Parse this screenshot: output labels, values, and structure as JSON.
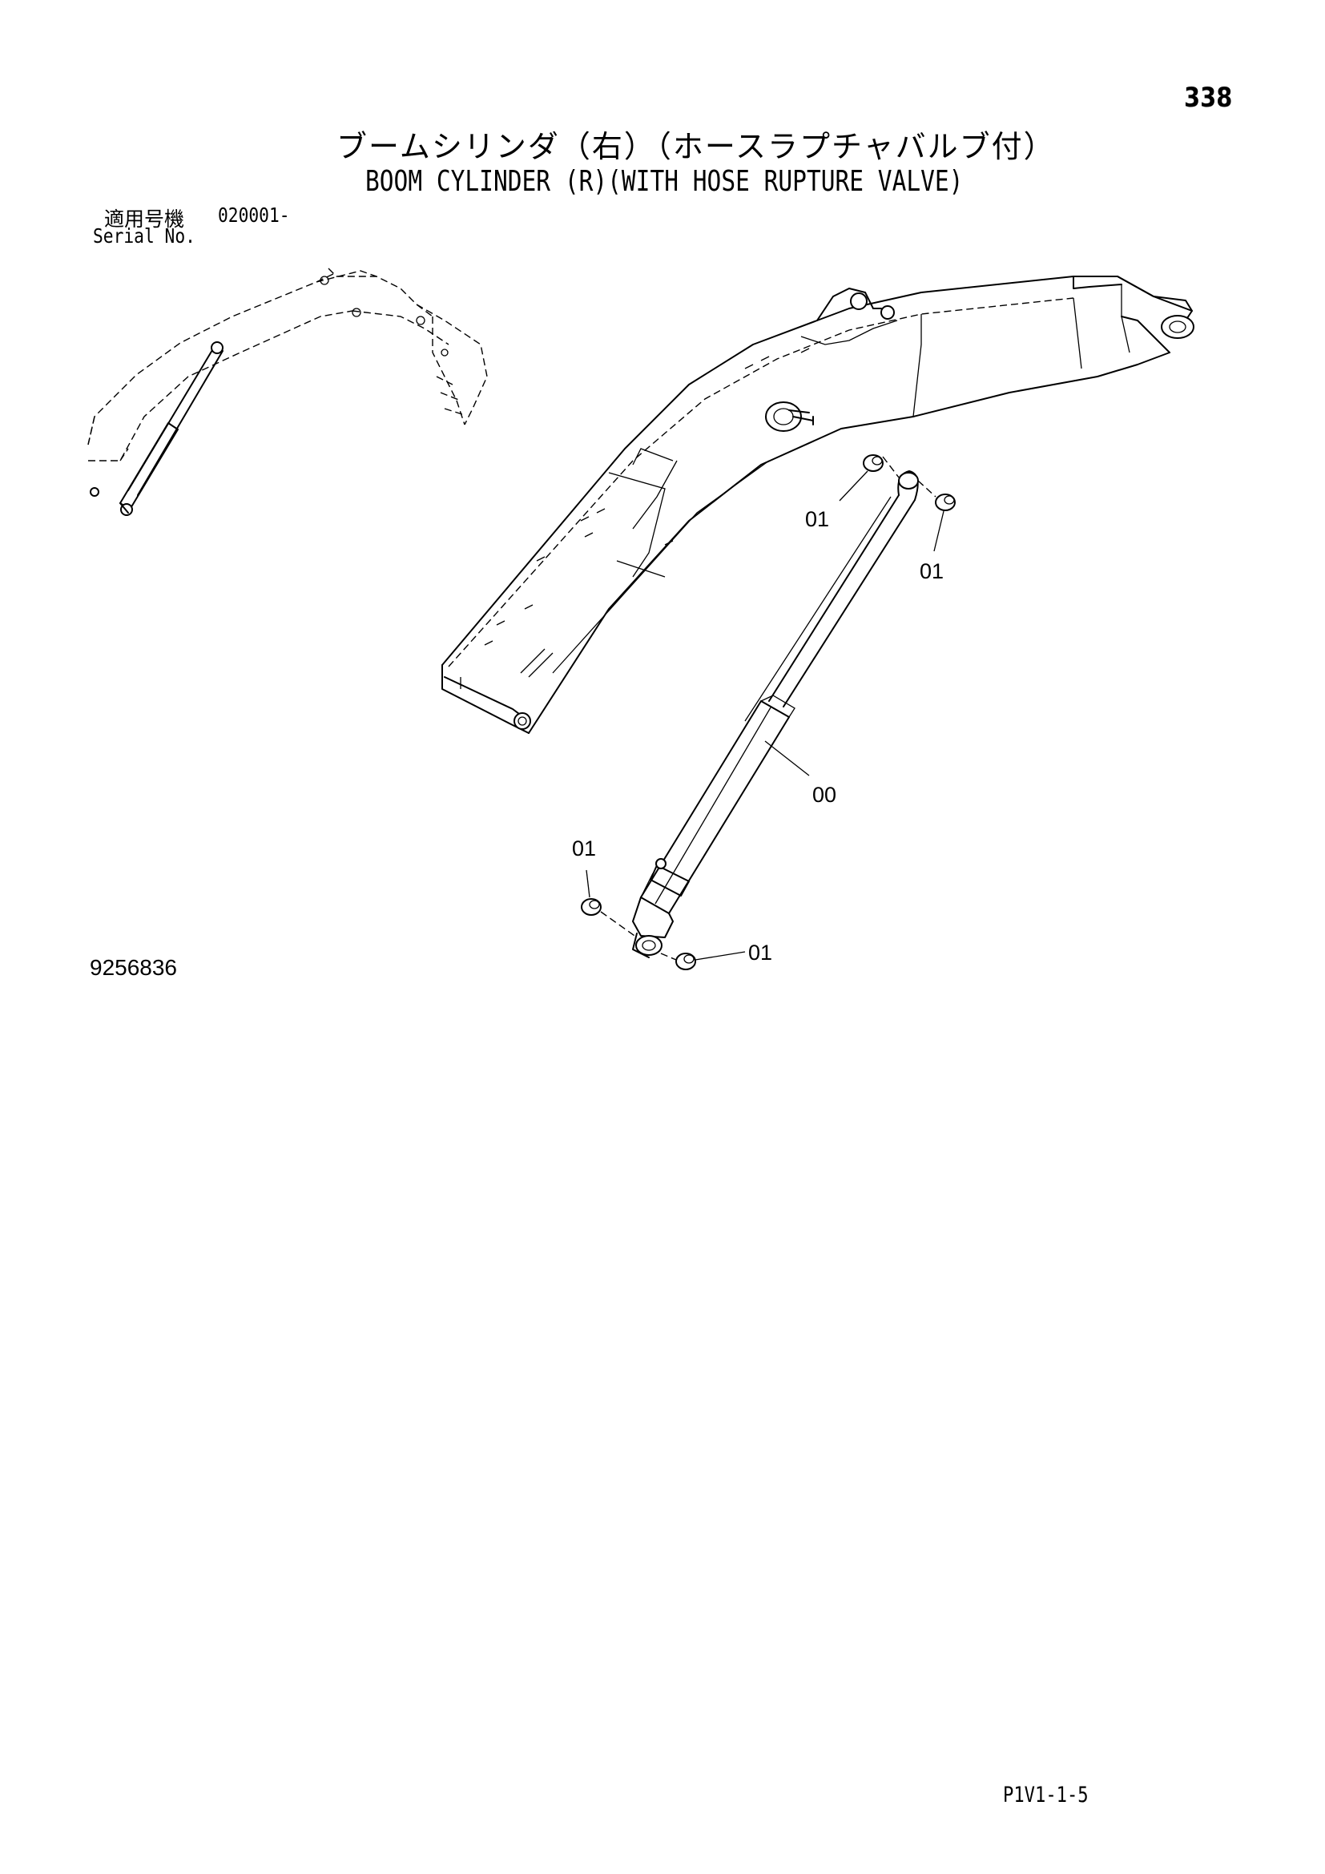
{
  "header": {
    "page_number": "338",
    "title_jp": "ブームシリンダ（右）（ホースラプチャバルブ付）",
    "title_en": "BOOM CYLINDER (R)(WITH HOSE RUPTURE VALVE)"
  },
  "serial": {
    "label_jp": "適用号機",
    "range": "020001-",
    "label_en": "Serial No."
  },
  "diagram": {
    "callouts": [
      "01",
      "01",
      "00",
      "01",
      "01"
    ]
  },
  "footer": {
    "figure_number": "9256836",
    "code": "P1V1-1-5"
  }
}
